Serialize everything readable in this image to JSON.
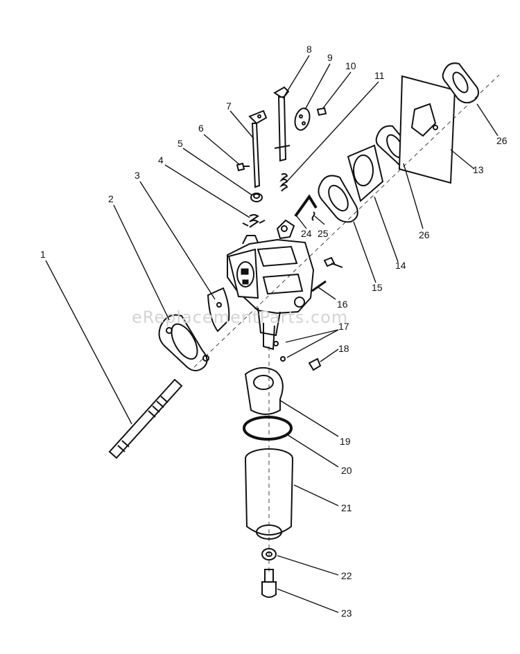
{
  "watermark": "eReplacementParts.com",
  "callouts": [
    {
      "id": "c1",
      "label": "1"
    },
    {
      "id": "c2",
      "label": "2"
    },
    {
      "id": "c3",
      "label": "3"
    },
    {
      "id": "c4",
      "label": "4"
    },
    {
      "id": "c5",
      "label": "5"
    },
    {
      "id": "c6",
      "label": "6"
    },
    {
      "id": "c7",
      "label": "7"
    },
    {
      "id": "c8",
      "label": "8"
    },
    {
      "id": "c9",
      "label": "9"
    },
    {
      "id": "c10",
      "label": "10"
    },
    {
      "id": "c11",
      "label": "11"
    },
    {
      "id": "c13",
      "label": "13"
    },
    {
      "id": "c14",
      "label": "14"
    },
    {
      "id": "c15",
      "label": "15"
    },
    {
      "id": "c16",
      "label": "16"
    },
    {
      "id": "c17",
      "label": "17"
    },
    {
      "id": "c18",
      "label": "18"
    },
    {
      "id": "c19",
      "label": "19"
    },
    {
      "id": "c20",
      "label": "20"
    },
    {
      "id": "c21",
      "label": "21"
    },
    {
      "id": "c22",
      "label": "22"
    },
    {
      "id": "c23",
      "label": "23"
    },
    {
      "id": "c24",
      "label": "24"
    },
    {
      "id": "c25",
      "label": "25"
    },
    {
      "id": "c26a",
      "label": "26"
    },
    {
      "id": "c26b",
      "label": "26"
    }
  ]
}
